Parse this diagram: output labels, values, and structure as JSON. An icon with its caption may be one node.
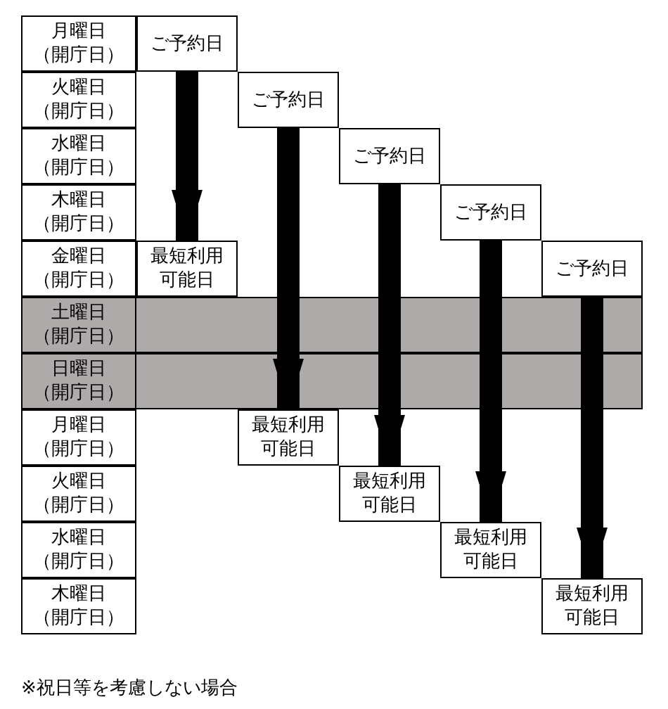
{
  "diagram": {
    "caption": "※祝日等を考慮しない場合",
    "nodes": [
      {
        "text": [
          "月曜日（開庁日）"
        ]
      },
      {
        "text": [
          "火曜日（開庁日）"
        ]
      },
      {
        "text": [
          "水曜日（開庁日）"
        ]
      },
      {
        "text": [
          "木曜日（開庁日）"
        ]
      },
      {
        "text": [
          "金曜日（開庁日）"
        ]
      },
      {
        "text": [],
        "shape": "bar"
      },
      {
        "text": [
          "土曜日（開庁日）"
        ],
        "in": 5
      },
      {
        "text": [],
        "shape": "bar"
      },
      {
        "text": [
          "日曜日（開庁日）"
        ],
        "in": 7
      },
      {
        "text": [
          "月曜日（開庁日）"
        ]
      },
      {
        "text": [
          "火曜日（開庁日）"
        ]
      },
      {
        "text": [
          "水曜日（開庁日）"
        ]
      },
      {
        "text": [
          "木曜日（開庁日）"
        ]
      },
      {
        "text": [
          "ご予約日"
        ]
      },
      {
        "text": [
          "ご予約日"
        ]
      },
      {
        "text": [
          "ご予約日"
        ]
      },
      {
        "text": [
          "ご予約日"
        ]
      },
      {
        "text": [
          "ご予約日"
        ]
      },
      {
        "text": [
          "最短利用可能日"
        ]
      },
      {
        "text": [
          "最短利用可能日"
        ]
      },
      {
        "text": [
          "最短利用可能日"
        ]
      },
      {
        "text": [
          "最短利用可能日"
        ]
      },
      {
        "text": [
          "最短利用可能日"
        ]
      }
    ],
    "edges": [
      {
        "from": 13,
        "to": 18,
        "arrow": "to"
      },
      {
        "from": 14,
        "to": 19,
        "arrow": "to"
      },
      {
        "from": 15,
        "to": 20,
        "arrow": "to"
      },
      {
        "from": 16,
        "to": 21,
        "arrow": "to"
      },
      {
        "from": 17,
        "to": 22,
        "arrow": "to"
      }
    ]
  }
}
